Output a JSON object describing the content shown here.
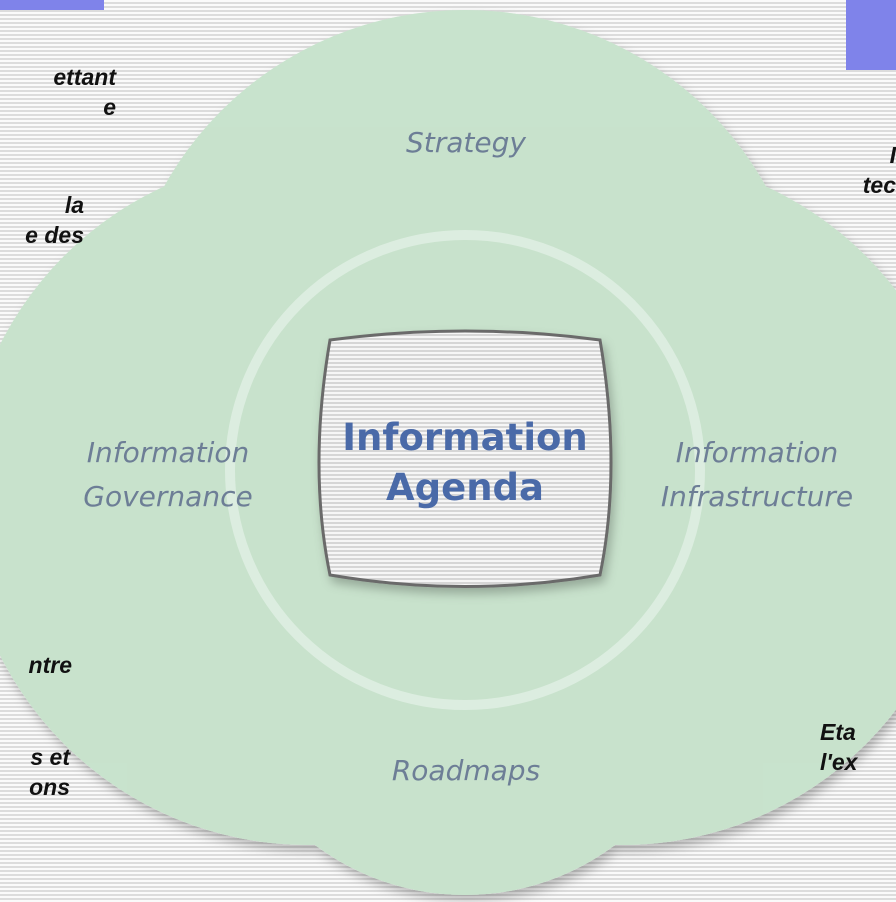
{
  "diagram": {
    "center": {
      "line1": "Information",
      "line2": "Agenda"
    },
    "petals": {
      "top": "Strategy",
      "left_line1": "Information",
      "left_line2": "Governance",
      "right_line1": "Information",
      "right_line2": "Infrastructure",
      "bottom": "Roadmaps"
    }
  },
  "side_texts": {
    "left_1": "ettant\ne",
    "left_2": "la\ne des",
    "left_3": "ntre",
    "left_4": "s et\nons",
    "right_1": "I\ntec",
    "right_2": "Eta\nl'ex"
  },
  "colors": {
    "accent": "#7f83ea",
    "petal_fill": "#cfe6d3",
    "label_text": "#6d7e96",
    "center_text": "#4a6aa8"
  }
}
